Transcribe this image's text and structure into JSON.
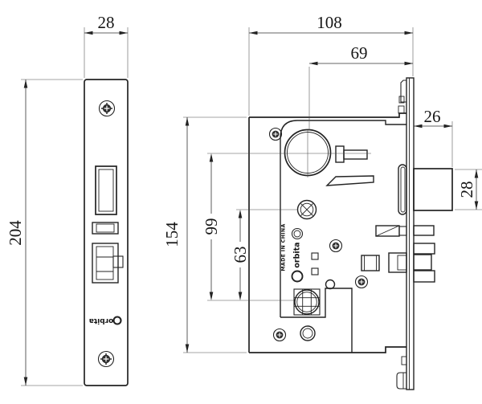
{
  "colors": {
    "background": "#ffffff",
    "ink": "#232323"
  },
  "front_view": {
    "logo": "orbita"
  },
  "side_view": {
    "logo": "orbita",
    "stamp": "MADE IN CHINA"
  },
  "dimensions": {
    "front_plate_width": "28",
    "front_plate_height": "204",
    "case_depth": "108",
    "backset": "69",
    "latch_projection": "26",
    "latch_bolt_height": "28",
    "case_height": "154",
    "hub_to_cylinder": "99",
    "aux_to_cylinder": "63"
  }
}
